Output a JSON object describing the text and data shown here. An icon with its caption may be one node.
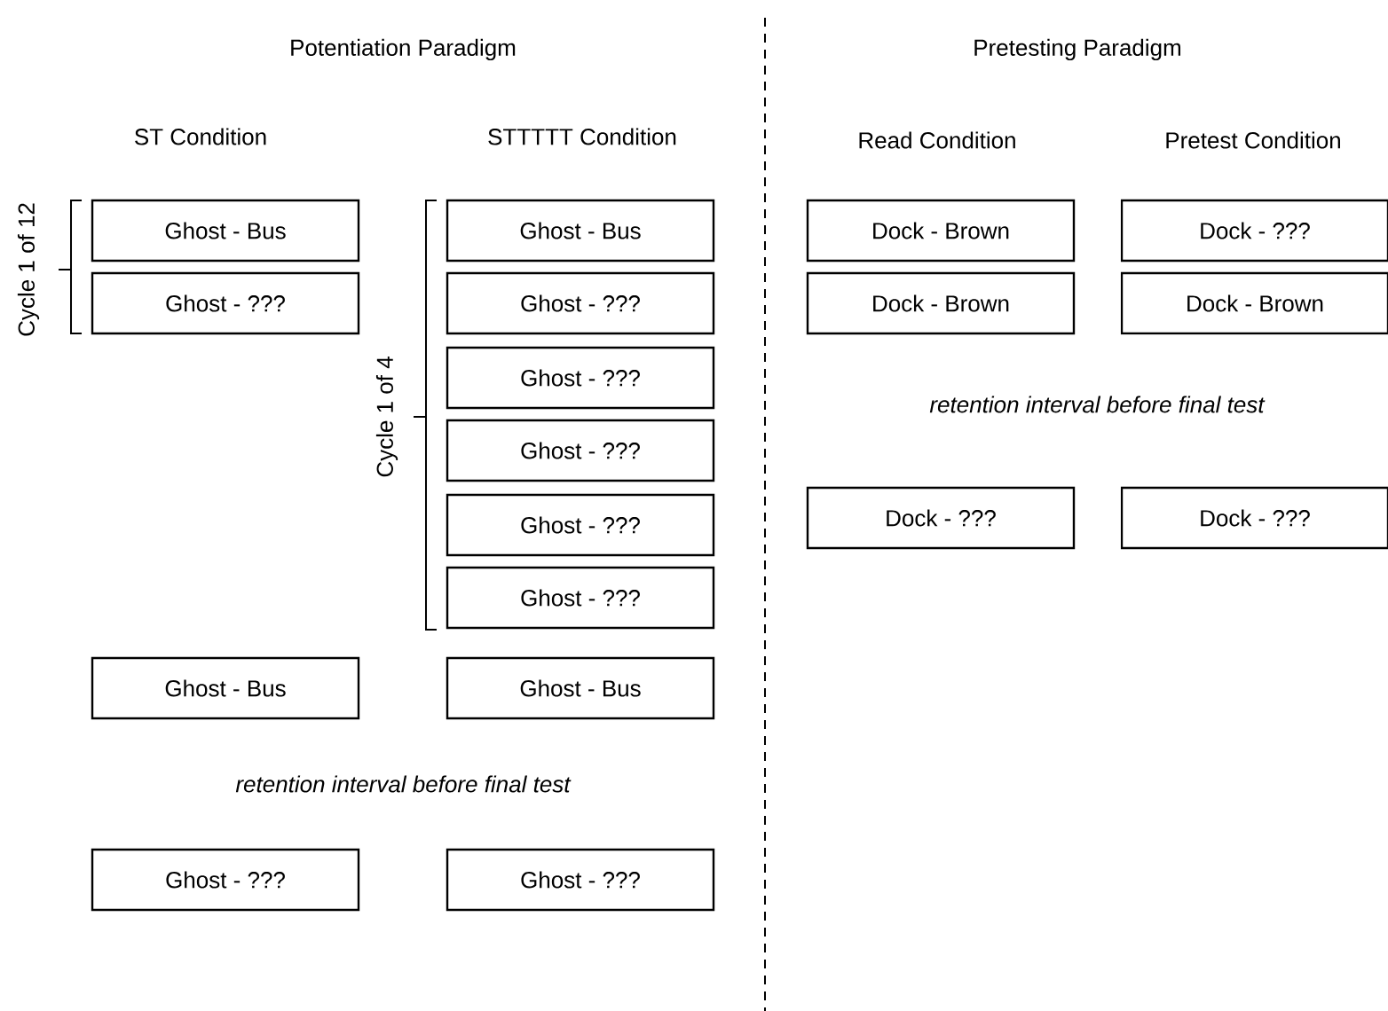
{
  "diagram": {
    "nodes": [
      {
        "text": [
          "Ghost - Bus"
        ]
      },
      {
        "text": [
          "Ghost - ???"
        ]
      },
      {
        "text": [
          "Ghost - Bus"
        ]
      },
      {
        "text": [
          "Ghost - ???"
        ]
      },
      {
        "text": [
          "Ghost - Bus"
        ]
      },
      {
        "text": [
          "Ghost - ???"
        ]
      },
      {
        "text": [
          "Ghost - ???"
        ]
      },
      {
        "text": [
          "Ghost - ???"
        ]
      },
      {
        "text": [
          "Ghost - ???"
        ]
      },
      {
        "text": [
          "Ghost - ???"
        ]
      },
      {
        "text": [
          "Ghost - Bus"
        ]
      },
      {
        "text": [
          "Ghost - ???"
        ]
      },
      {
        "text": [
          "Dock - Brown"
        ]
      },
      {
        "text": [
          "Dock - Brown"
        ]
      },
      {
        "text": [
          "Dock - ???"
        ]
      },
      {
        "text": [
          "Dock - ???"
        ]
      },
      {
        "text": [
          "Dock - Brown"
        ]
      },
      {
        "text": [
          "Dock - ???"
        ]
      }
    ],
    "labels": [
      "Potentiation Paradigm",
      "Pretesting Paradigm",
      "ST Condition",
      "STTTTT Condition",
      "Read Condition",
      "Pretest Condition",
      "Cycle 1 of 12",
      "Cycle 1 of 4",
      "retention interval before final test",
      "retention interval before final test"
    ]
  }
}
